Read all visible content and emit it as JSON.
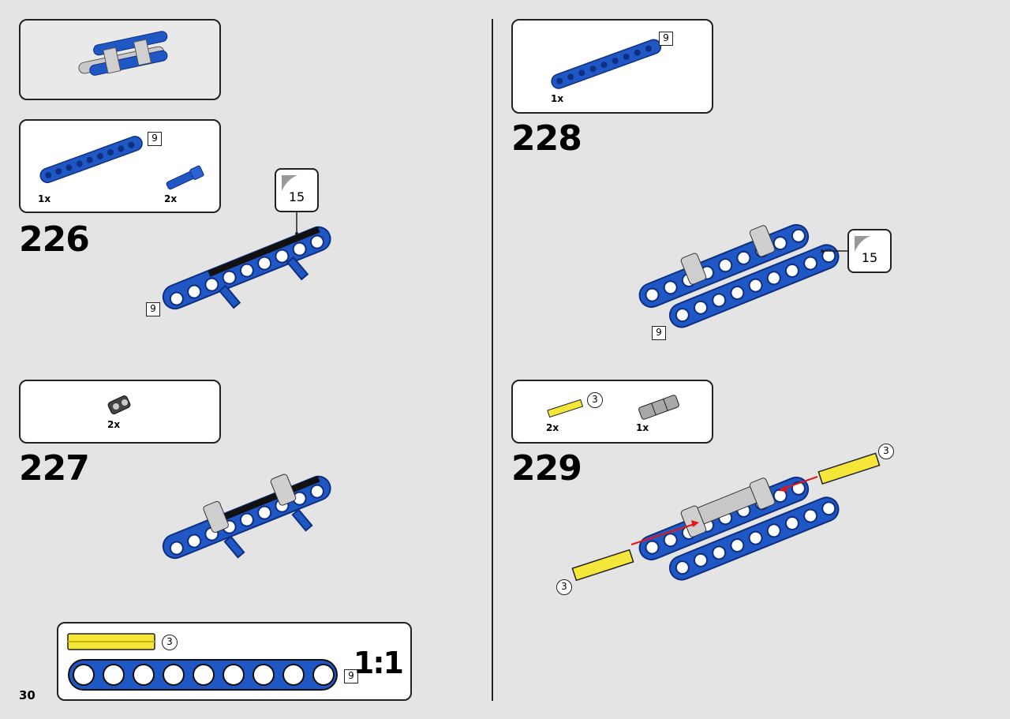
{
  "page_number": "30",
  "colors": {
    "blue": "#1f57c4",
    "blue_dark": "#0f2f80",
    "yellow": "#f5e63a",
    "gray": "#b7b7b7",
    "red_arrow": "#e01818"
  },
  "submodel_preview": {
    "icon": "assembled-submodel-preview"
  },
  "steps": [
    {
      "number": "226",
      "parts": [
        {
          "qty": "1x",
          "part": "beam-icon",
          "size": "9"
        },
        {
          "qty": "2x",
          "part": "axle-pin-icon"
        }
      ],
      "callout": "15",
      "size_label": "9"
    },
    {
      "number": "227",
      "parts": [
        {
          "qty": "2x",
          "part": "cross-block-icon"
        }
      ]
    },
    {
      "number": "228",
      "parts": [
        {
          "qty": "1x",
          "part": "beam-icon",
          "size": "9"
        }
      ],
      "callout": "15",
      "size_label": "9"
    },
    {
      "number": "229",
      "parts": [
        {
          "qty": "2x",
          "part": "axle-icon",
          "size": "3"
        },
        {
          "qty": "1x",
          "part": "axle-connector-icon"
        }
      ],
      "axle_labels": [
        "3",
        "3"
      ]
    }
  ],
  "scale_box": {
    "axle_label": "3",
    "beam_label": "9",
    "scale": "1:1"
  }
}
